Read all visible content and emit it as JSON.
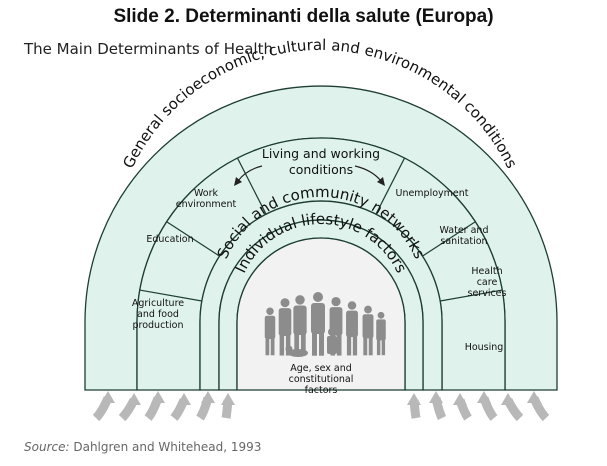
{
  "slide_title": "Slide 2. Determinanti della salute (Europa)",
  "subtitle": "The Main Determinants of Health",
  "colors": {
    "band_fill": "#dff3ec",
    "band_stroke": "#1d3d35",
    "core_fill": "#f2f2f2",
    "silhouette": "#8c8c8c",
    "arrow_fill": "#b8b8b8"
  },
  "diagram": {
    "outer_band_label": "General socioeconomic, cultural and environmental conditions",
    "living_working_label": "Living and working conditions",
    "social_label": "Social and community networks",
    "individual_label": "Individual lifestyle factors",
    "core_label": [
      "Age, sex and",
      "constitutional",
      "factors"
    ],
    "left_sectors": [
      {
        "lines": [
          "Agriculture",
          "and food",
          "production"
        ]
      },
      {
        "lines": [
          "Education"
        ]
      },
      {
        "lines": [
          "Work",
          "environment"
        ]
      }
    ],
    "right_sectors": [
      {
        "lines": [
          "Unemployment"
        ]
      },
      {
        "lines": [
          "Water and",
          "sanitation"
        ]
      },
      {
        "lines": [
          "Health",
          "care",
          "services"
        ]
      },
      {
        "lines": [
          "Housing"
        ]
      }
    ]
  },
  "source": {
    "prefix": "Source:",
    "text": "Dahlgren and Whitehead, 1993"
  }
}
